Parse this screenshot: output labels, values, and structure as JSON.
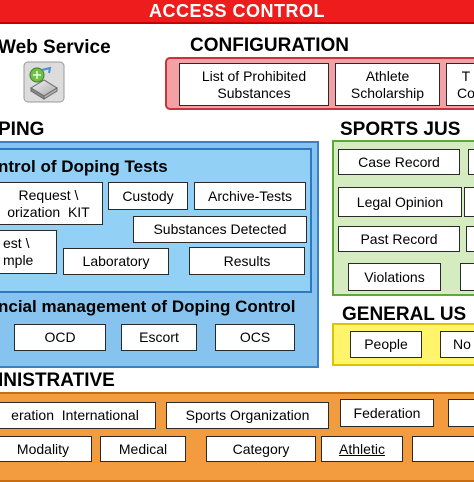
{
  "title": "ACCESS CONTROL",
  "web_service": {
    "label": "Web Service",
    "icon": "web-service-icon"
  },
  "configuration": {
    "heading": "CONFIGURATION",
    "items": [
      "List of Prohibited\nSubstances",
      "Athlete\nScholarship",
      "T\nCo"
    ]
  },
  "doping": {
    "heading": "PING",
    "control_heading": "ntrol of Doping Tests",
    "items": [
      "Request \\\norization  KIT",
      "Custody",
      "Archive-Tests",
      "Substances Detected",
      "est \\\nmple",
      "Laboratory",
      "Results"
    ],
    "financial_heading": "ncial management of Doping Control",
    "financial_items": [
      "OCD",
      "Escort",
      "OCS"
    ]
  },
  "sports_justice": {
    "heading": "SPORTS JUS",
    "items": [
      "Case Record",
      "Legal Opinion",
      "Past Record",
      "Violations"
    ]
  },
  "general": {
    "heading": "GENERAL US",
    "items": [
      "People",
      "No"
    ]
  },
  "administrative": {
    "heading": "INISTRATIVE",
    "items": [
      "eration  International",
      "Sports Organization",
      "Federation",
      "Modality",
      "Medical",
      "Category",
      "Athletic"
    ]
  },
  "colors": {
    "banner": "#ee1c1c",
    "configuration": "#f4a1a6",
    "doping": "#86c3ee",
    "sports_justice": "#d4ecc0",
    "general": "#fff46a",
    "administrative": "#f29b3f"
  }
}
